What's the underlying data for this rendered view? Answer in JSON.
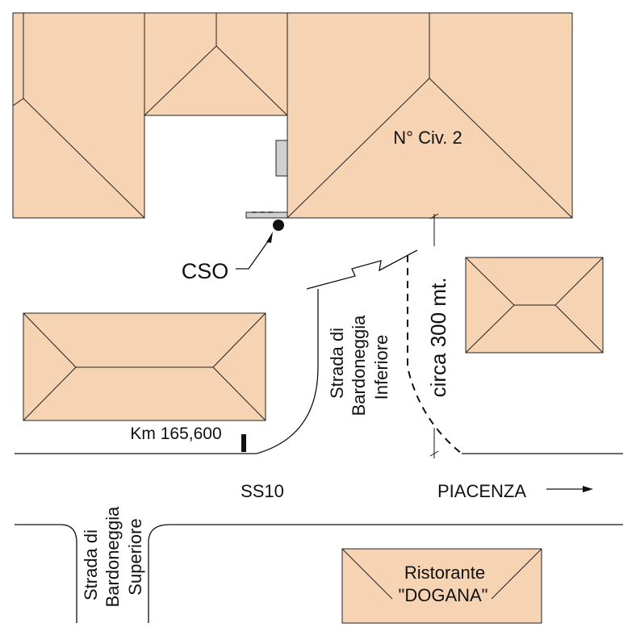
{
  "labels": {
    "building_number": "N° Civ. 2",
    "cso": "CSO",
    "street_lower": [
      "Strada di",
      "Bardoneggia",
      "Inferiore"
    ],
    "distance": "circa 300 mt.",
    "km_marker": "Km 165,600",
    "highway": "SS10",
    "direction": "PIACENZA",
    "street_upper": [
      "Strada di",
      "Bardoneggia",
      "Superiore"
    ],
    "restaurant": [
      "Ristorante",
      "\"DOGANA\""
    ]
  },
  "colors": {
    "roof": "#f5d3b3",
    "line": "#222222",
    "device": "#d0d0d0"
  },
  "icons": {
    "cso_point": "filled-circle",
    "direction": "right-arrow"
  }
}
